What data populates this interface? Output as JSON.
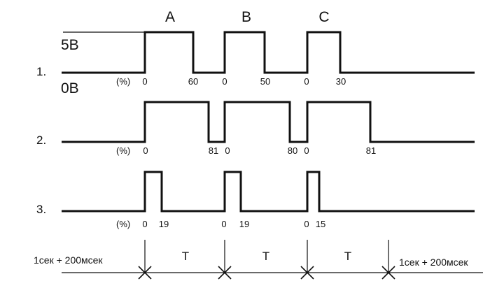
{
  "level_labels": {
    "high": "5В",
    "low": "0В"
  },
  "channel_labels": [
    "A",
    "B",
    "C"
  ],
  "rows": [
    {
      "label": "1.",
      "percent": "(%)",
      "values": [
        "0",
        "60",
        "0",
        "50",
        "0",
        "30"
      ]
    },
    {
      "label": "2.",
      "percent": "(%)",
      "values": [
        "0",
        "81",
        "0",
        "80",
        "0",
        "81"
      ]
    },
    {
      "label": "3.",
      "percent": "(%)",
      "values": [
        "0",
        "19",
        "0",
        "19",
        "0",
        "15"
      ]
    }
  ],
  "timeline": {
    "left_label": "1сек + 200мсек",
    "right_label": "1сек + 200мсек",
    "period_labels": [
      "T",
      "T",
      "T"
    ]
  }
}
